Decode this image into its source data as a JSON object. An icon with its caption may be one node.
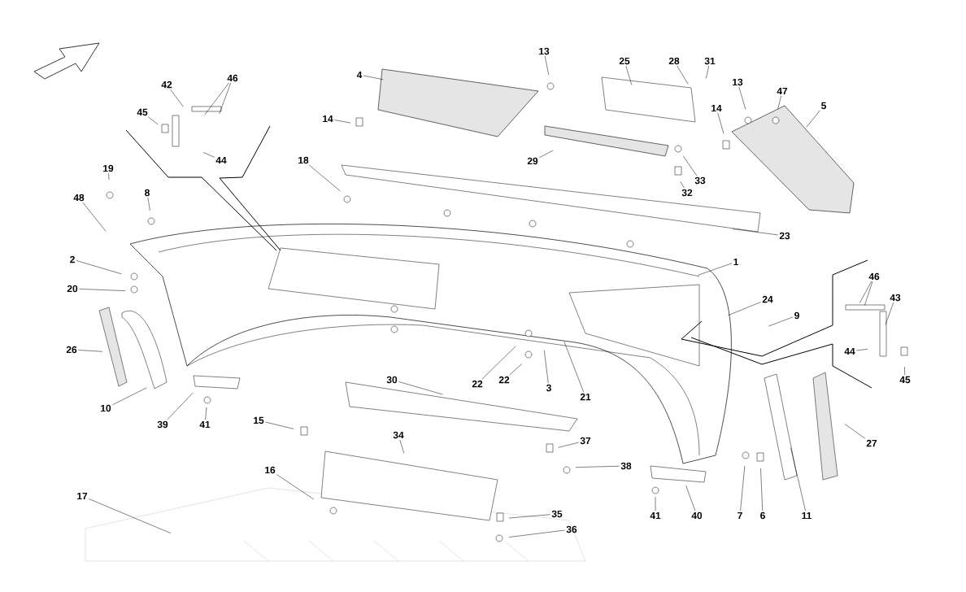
{
  "diagram": {
    "nodes": [
      {
        "text": [
          "4"
        ]
      },
      {
        "text": [
          "13"
        ]
      },
      {
        "text": [
          "25"
        ]
      },
      {
        "text": [
          "28"
        ]
      },
      {
        "text": [
          "31"
        ]
      },
      {
        "text": [
          "42"
        ]
      },
      {
        "text": [
          "46"
        ]
      },
      {
        "text": [
          "45"
        ]
      },
      {
        "text": [
          "44"
        ]
      },
      {
        "text": [
          "14"
        ]
      },
      {
        "text": [
          "13"
        ]
      },
      {
        "text": [
          "47"
        ]
      },
      {
        "text": [
          "5"
        ]
      },
      {
        "text": [
          "14"
        ]
      },
      {
        "text": [
          "29"
        ]
      },
      {
        "text": [
          "33"
        ]
      },
      {
        "text": [
          "32"
        ]
      },
      {
        "text": [
          "18"
        ]
      },
      {
        "text": [
          "19"
        ]
      },
      {
        "text": [
          "8"
        ]
      },
      {
        "text": [
          "48"
        ]
      },
      {
        "text": [
          "23"
        ]
      },
      {
        "text": [
          "1"
        ]
      },
      {
        "text": [
          "2"
        ]
      },
      {
        "text": [
          "20"
        ]
      },
      {
        "text": [
          "24"
        ]
      },
      {
        "text": [
          "9"
        ]
      },
      {
        "text": [
          "46"
        ]
      },
      {
        "text": [
          "43"
        ]
      },
      {
        "text": [
          "44"
        ]
      },
      {
        "text": [
          "45"
        ]
      },
      {
        "text": [
          "26"
        ]
      },
      {
        "text": [
          "10"
        ]
      },
      {
        "text": [
          "39"
        ]
      },
      {
        "text": [
          "41"
        ]
      },
      {
        "text": [
          "30"
        ]
      },
      {
        "text": [
          "22"
        ]
      },
      {
        "text": [
          "22"
        ]
      },
      {
        "text": [
          "3"
        ]
      },
      {
        "text": [
          "21"
        ]
      },
      {
        "text": [
          "15"
        ]
      },
      {
        "text": [
          "16"
        ]
      },
      {
        "text": [
          "34"
        ]
      },
      {
        "text": [
          "37"
        ]
      },
      {
        "text": [
          "38"
        ]
      },
      {
        "text": [
          "17"
        ]
      },
      {
        "text": [
          "35"
        ]
      },
      {
        "text": [
          "36"
        ]
      },
      {
        "text": [
          "41"
        ]
      },
      {
        "text": [
          "40"
        ]
      },
      {
        "text": [
          "7"
        ]
      },
      {
        "text": [
          "6"
        ]
      },
      {
        "text": [
          "11"
        ]
      },
      {
        "text": [
          "27"
        ]
      }
    ],
    "edges": [
      {
        "from": 0,
        "to": null,
        "arrow": "none"
      },
      {
        "from": 1,
        "to": null,
        "arrow": "none"
      },
      {
        "from": 2,
        "to": null,
        "arrow": "none"
      },
      {
        "from": 3,
        "to": null,
        "arrow": "none"
      },
      {
        "from": 4,
        "to": null,
        "arrow": "none"
      },
      {
        "from": 5,
        "to": null,
        "arrow": "none"
      },
      {
        "from": 6,
        "to": null,
        "arrow": "none"
      },
      {
        "from": 6,
        "to": null,
        "arrow": "none"
      },
      {
        "from": 7,
        "to": null,
        "arrow": "none"
      },
      {
        "from": 8,
        "to": null,
        "arrow": "none"
      },
      {
        "from": 9,
        "to": null,
        "arrow": "none"
      },
      {
        "from": 10,
        "to": null,
        "arrow": "none"
      },
      {
        "from": 11,
        "to": null,
        "arrow": "none"
      },
      {
        "from": 12,
        "to": null,
        "arrow": "none"
      },
      {
        "from": 13,
        "to": null,
        "arrow": "none"
      },
      {
        "from": 14,
        "to": null,
        "arrow": "none"
      },
      {
        "from": 15,
        "to": null,
        "arrow": "none"
      },
      {
        "from": 16,
        "to": null,
        "arrow": "none"
      },
      {
        "from": 17,
        "to": null,
        "arrow": "none"
      },
      {
        "from": 18,
        "to": null,
        "arrow": "none"
      },
      {
        "from": 19,
        "to": null,
        "arrow": "none"
      },
      {
        "from": 20,
        "to": null,
        "arrow": "none"
      },
      {
        "from": 21,
        "to": null,
        "arrow": "none"
      },
      {
        "from": 22,
        "to": null,
        "arrow": "none"
      },
      {
        "from": 23,
        "to": null,
        "arrow": "none"
      },
      {
        "from": 24,
        "to": null,
        "arrow": "none"
      },
      {
        "from": 25,
        "to": null,
        "arrow": "none"
      },
      {
        "from": 26,
        "to": null,
        "arrow": "none"
      },
      {
        "from": 27,
        "to": null,
        "arrow": "none"
      },
      {
        "from": 27,
        "to": null,
        "arrow": "none"
      },
      {
        "from": 28,
        "to": null,
        "arrow": "none"
      },
      {
        "from": 29,
        "to": null,
        "arrow": "none"
      },
      {
        "from": 30,
        "to": null,
        "arrow": "none"
      },
      {
        "from": 31,
        "to": null,
        "arrow": "none"
      },
      {
        "from": 32,
        "to": null,
        "arrow": "none"
      },
      {
        "from": 33,
        "to": null,
        "arrow": "none"
      },
      {
        "from": 34,
        "to": null,
        "arrow": "none"
      },
      {
        "from": 35,
        "to": null,
        "arrow": "none"
      },
      {
        "from": 36,
        "to": null,
        "arrow": "none"
      },
      {
        "from": 37,
        "to": null,
        "arrow": "none"
      },
      {
        "from": 38,
        "to": null,
        "arrow": "none"
      },
      {
        "from": 39,
        "to": null,
        "arrow": "none"
      },
      {
        "from": 40,
        "to": null,
        "arrow": "none"
      },
      {
        "from": 41,
        "to": null,
        "arrow": "none"
      },
      {
        "from": 42,
        "to": null,
        "arrow": "none"
      },
      {
        "from": 43,
        "to": null,
        "arrow": "none"
      },
      {
        "from": 44,
        "to": null,
        "arrow": "none"
      },
      {
        "from": 45,
        "to": null,
        "arrow": "none"
      },
      {
        "from": 46,
        "to": null,
        "arrow": "none"
      },
      {
        "from": 47,
        "to": null,
        "arrow": "none"
      },
      {
        "from": 48,
        "to": null,
        "arrow": "none"
      },
      {
        "from": 49,
        "to": null,
        "arrow": "none"
      },
      {
        "from": 50,
        "to": null,
        "arrow": "none"
      },
      {
        "from": 51,
        "to": null,
        "arrow": "none"
      },
      {
        "from": 52,
        "to": null,
        "arrow": "none"
      },
      {
        "from": 53,
        "to": null,
        "arrow": "none"
      }
    ]
  }
}
